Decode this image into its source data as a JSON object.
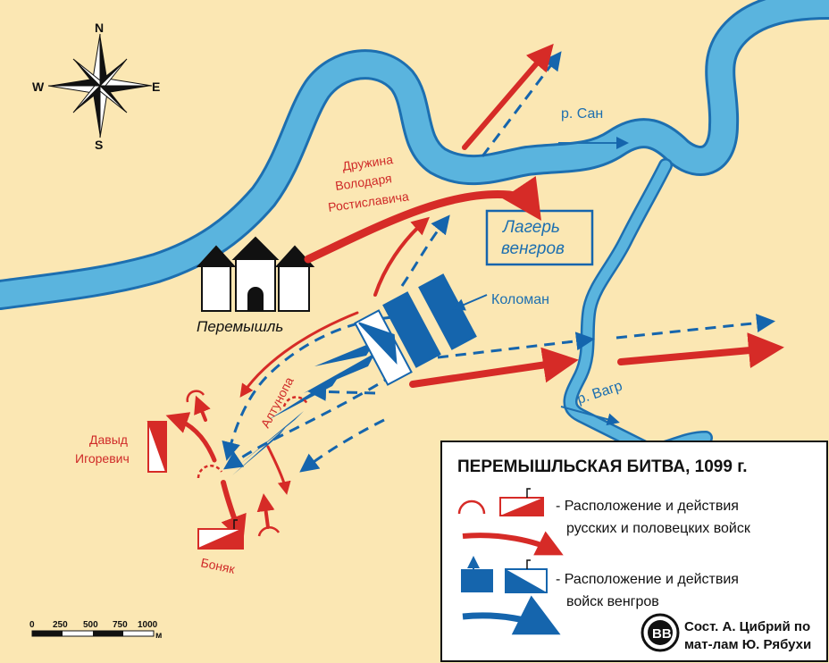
{
  "title": "ПЕРЕМЫШЛЬСКАЯ БИТВА, 1099 г.",
  "compass": {
    "north": "N",
    "south": "S",
    "east": "E",
    "west": "W"
  },
  "rivers": {
    "san": "р. Сан",
    "vagr": "р. Вагр"
  },
  "city": "Перемышль",
  "camp": {
    "line1": "Лагерь",
    "line2": "венгров"
  },
  "labels": {
    "druzhina": [
      "Дружина",
      "Володаря",
      "Ростиславича"
    ],
    "david": [
      "Давыд",
      "Игоревич"
    ],
    "bonyak": "Боняк",
    "altunopa": "Алтунопа",
    "koloman": "Коломан"
  },
  "legend": {
    "russian": [
      "- Расположение и действия",
      "русских и половецких войск"
    ],
    "hungarian": [
      "- Расположение и действия",
      "войск венгров"
    ]
  },
  "scale": {
    "ticks": [
      "0",
      "250",
      "500",
      "750",
      "1000"
    ],
    "unit": "м"
  },
  "credit": [
    "Сост. А. Цибрий по",
    "мат-лам Ю. Рябухи"
  ],
  "publisher_mark": "BB",
  "colors": {
    "land": "#fbe7b3",
    "river": "#5ab4de",
    "river_edge": "#1d6fb0",
    "red": "#d62b27",
    "blue": "#1565ad"
  }
}
